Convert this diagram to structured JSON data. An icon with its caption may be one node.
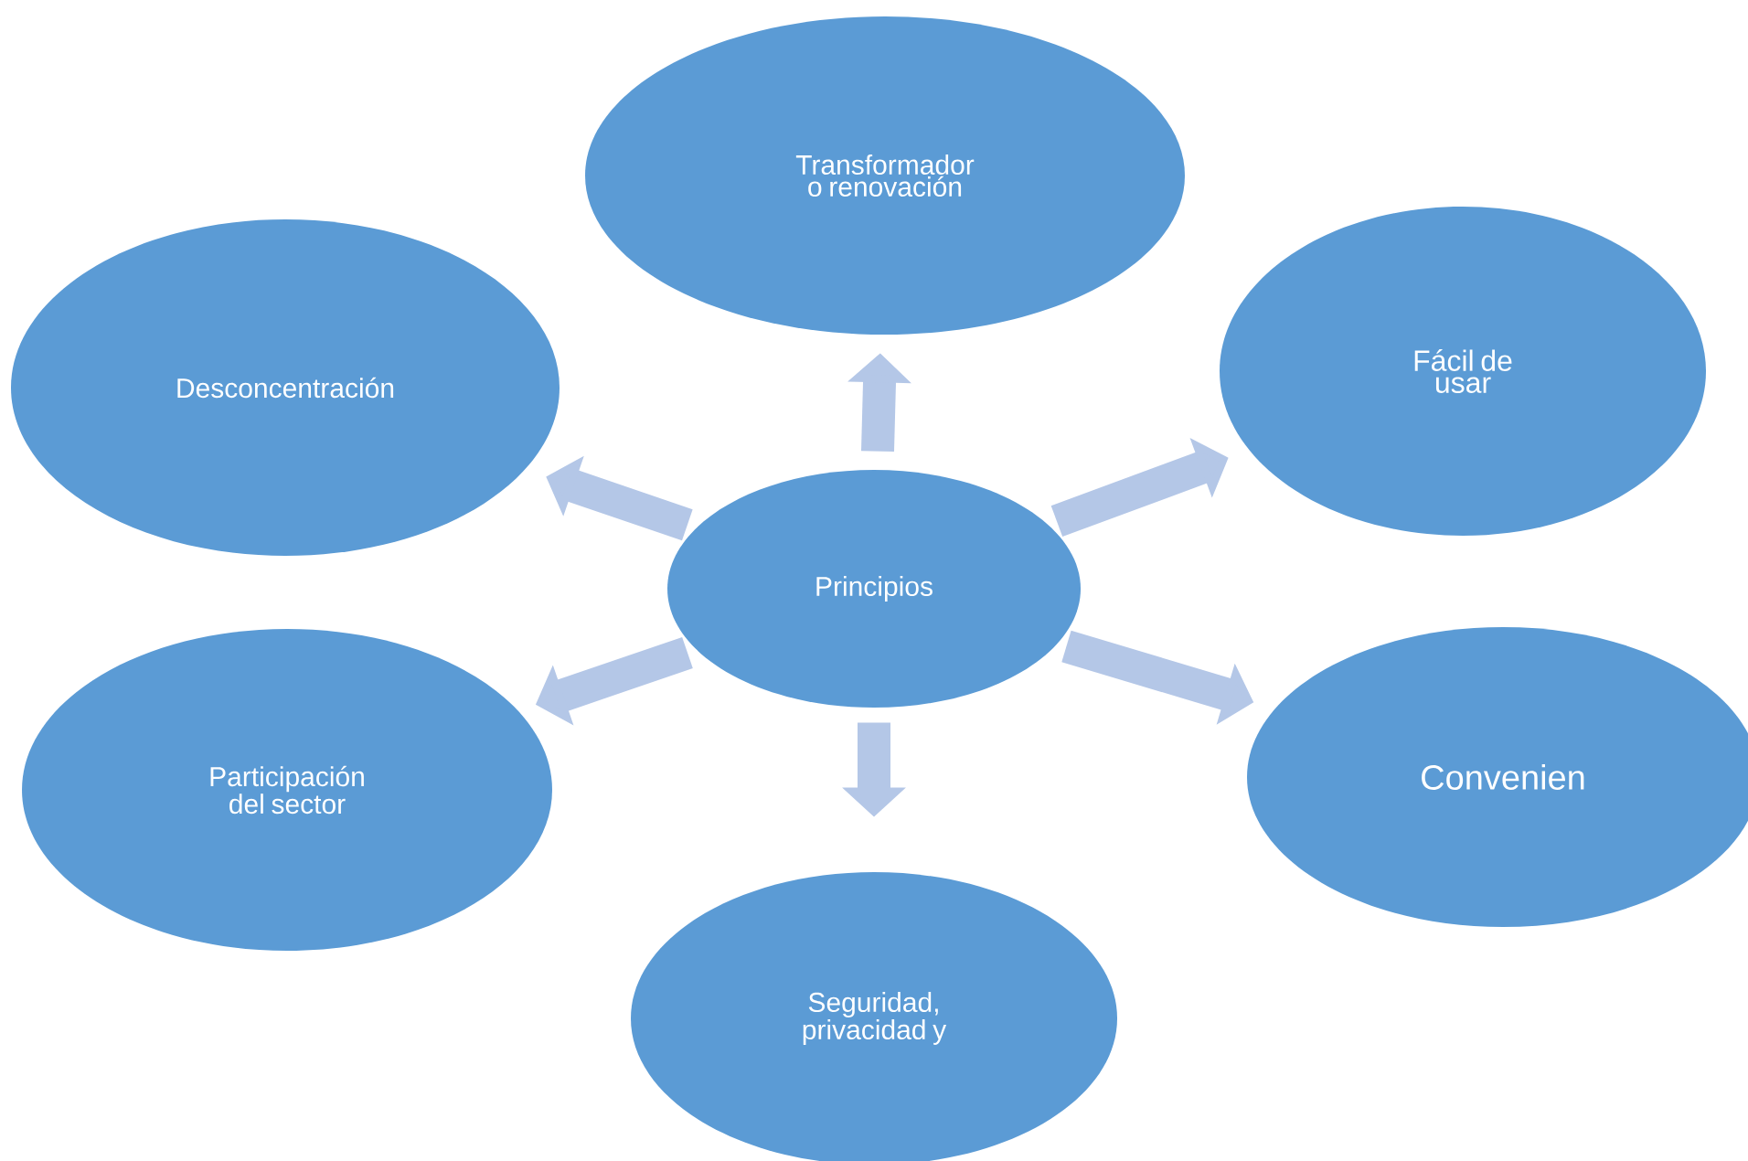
{
  "diagram": {
    "nodes": [
      {
        "text": [
          "Transformador o renovación"
        ]
      },
      {
        "text": [
          "Desconcentración"
        ]
      },
      {
        "text": [
          "Fácil de usar"
        ]
      },
      {
        "text": [
          "Principios"
        ]
      },
      {
        "text": [
          "Participación del sector"
        ]
      },
      {
        "text": [
          "Convenien"
        ]
      },
      {
        "text": [
          "Seguridad, privacidad y"
        ]
      }
    ],
    "edges": [
      {
        "from": 3,
        "to": 0,
        "arrow": "to"
      },
      {
        "from": 3,
        "to": 1,
        "arrow": "to"
      },
      {
        "from": 3,
        "to": 2,
        "arrow": "to"
      },
      {
        "from": 3,
        "to": 4,
        "arrow": "to"
      },
      {
        "from": 3,
        "to": 5,
        "arrow": "to"
      },
      {
        "from": 3,
        "to": 6,
        "arrow": "to"
      }
    ]
  }
}
